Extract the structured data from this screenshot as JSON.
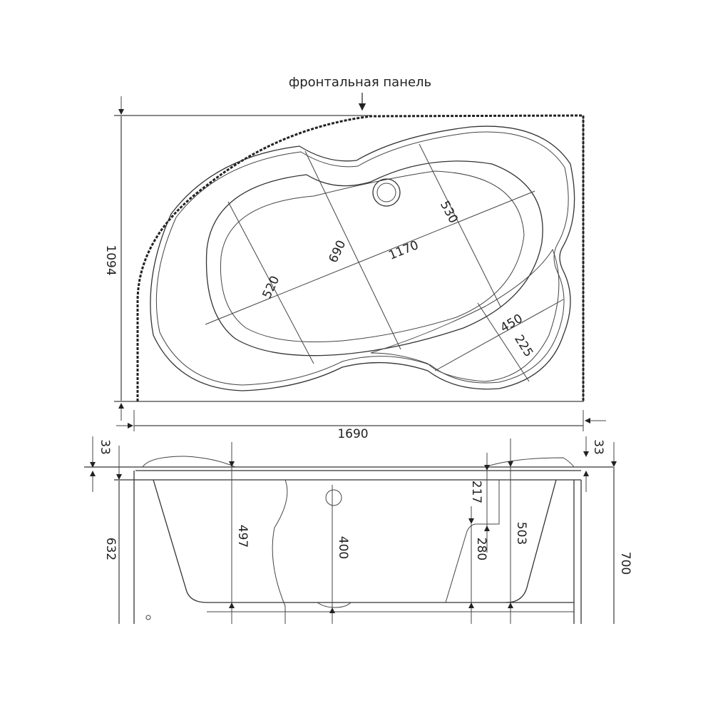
{
  "drawing": {
    "front_panel_label": "фронтальная панель",
    "top_view": {
      "overall_depth": "1094",
      "overall_length": "1690",
      "inner_length": "1170",
      "inner_width_a": "690",
      "inner_width_b": "520",
      "inner_width_c": "530",
      "seat_length": "450",
      "seat_width": "225"
    },
    "side_view": {
      "rim_left": "33",
      "rim_right": "33",
      "panel_height": "632",
      "depth_left": "497",
      "drain_height": "400",
      "seat_depth": "217",
      "seat_height": "280",
      "depth_right": "503",
      "total_height": "700"
    }
  }
}
